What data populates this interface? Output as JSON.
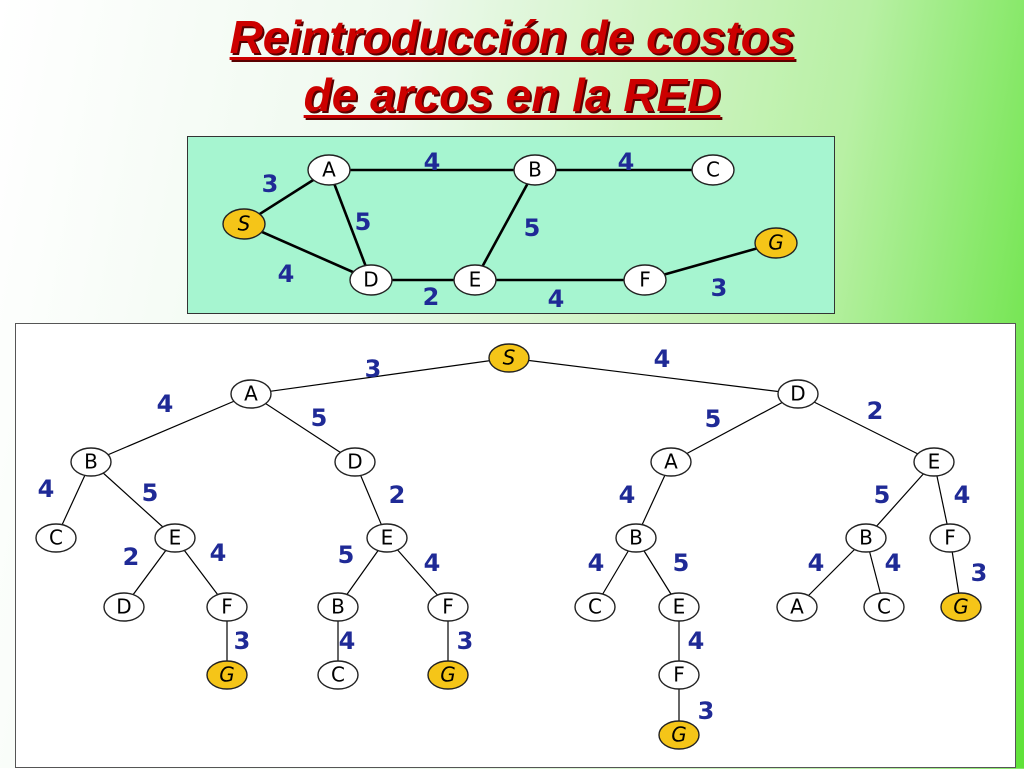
{
  "title": {
    "line1": "Reintroducción de costos",
    "line2": "de arcos en la RED"
  },
  "network": {
    "nodes": [
      {
        "id": "S",
        "label": "S",
        "goal": true
      },
      {
        "id": "A",
        "label": "A"
      },
      {
        "id": "B",
        "label": "B"
      },
      {
        "id": "C",
        "label": "C"
      },
      {
        "id": "D",
        "label": "D"
      },
      {
        "id": "E",
        "label": "E"
      },
      {
        "id": "F",
        "label": "F"
      },
      {
        "id": "G",
        "label": "G",
        "goal": true
      }
    ],
    "edges": [
      {
        "from": "S",
        "to": "A",
        "weight": "3"
      },
      {
        "from": "A",
        "to": "B",
        "weight": "4"
      },
      {
        "from": "B",
        "to": "C",
        "weight": "4"
      },
      {
        "from": "A",
        "to": "D",
        "weight": "5"
      },
      {
        "from": "B",
        "to": "E",
        "weight": "5"
      },
      {
        "from": "S",
        "to": "D",
        "weight": "4"
      },
      {
        "from": "D",
        "to": "E",
        "weight": "2"
      },
      {
        "from": "E",
        "to": "F",
        "weight": "4"
      },
      {
        "from": "F",
        "to": "G",
        "weight": "3"
      }
    ]
  },
  "tree": {
    "nodes": [
      {
        "id": "t0",
        "label": "S",
        "goal": true
      },
      {
        "id": "t1",
        "label": "A"
      },
      {
        "id": "t2",
        "label": "D"
      },
      {
        "id": "t3",
        "label": "B"
      },
      {
        "id": "t4",
        "label": "D"
      },
      {
        "id": "t5",
        "label": "A"
      },
      {
        "id": "t6",
        "label": "E"
      },
      {
        "id": "t7",
        "label": "C"
      },
      {
        "id": "t8",
        "label": "E"
      },
      {
        "id": "t9",
        "label": "E"
      },
      {
        "id": "t10",
        "label": "B"
      },
      {
        "id": "t11",
        "label": "B"
      },
      {
        "id": "t12",
        "label": "F"
      },
      {
        "id": "t13",
        "label": "D"
      },
      {
        "id": "t14",
        "label": "F"
      },
      {
        "id": "t15",
        "label": "B"
      },
      {
        "id": "t16",
        "label": "F"
      },
      {
        "id": "t17",
        "label": "C"
      },
      {
        "id": "t18",
        "label": "E"
      },
      {
        "id": "t19",
        "label": "A"
      },
      {
        "id": "t20",
        "label": "C"
      },
      {
        "id": "t21",
        "label": "G",
        "goal": true
      },
      {
        "id": "t22",
        "label": "G",
        "goal": true
      },
      {
        "id": "t23",
        "label": "C"
      },
      {
        "id": "t24",
        "label": "G",
        "goal": true
      },
      {
        "id": "t25",
        "label": "F"
      },
      {
        "id": "t26",
        "label": "G",
        "goal": true
      }
    ],
    "edges": [
      {
        "from": "t0",
        "to": "t1",
        "weight": "3"
      },
      {
        "from": "t0",
        "to": "t2",
        "weight": "4"
      },
      {
        "from": "t1",
        "to": "t3",
        "weight": "4"
      },
      {
        "from": "t1",
        "to": "t4",
        "weight": "5"
      },
      {
        "from": "t2",
        "to": "t5",
        "weight": "5"
      },
      {
        "from": "t2",
        "to": "t6",
        "weight": "2"
      },
      {
        "from": "t3",
        "to": "t7",
        "weight": "4"
      },
      {
        "from": "t3",
        "to": "t8",
        "weight": "5"
      },
      {
        "from": "t4",
        "to": "t9",
        "weight": "2"
      },
      {
        "from": "t5",
        "to": "t10",
        "weight": "4"
      },
      {
        "from": "t6",
        "to": "t11",
        "weight": "5"
      },
      {
        "from": "t6",
        "to": "t12",
        "weight": "4"
      },
      {
        "from": "t8",
        "to": "t13",
        "weight": "2"
      },
      {
        "from": "t8",
        "to": "t14",
        "weight": "4"
      },
      {
        "from": "t9",
        "to": "t15",
        "weight": "5"
      },
      {
        "from": "t9",
        "to": "t16",
        "weight": "4"
      },
      {
        "from": "t10",
        "to": "t17",
        "weight": "4"
      },
      {
        "from": "t10",
        "to": "t18",
        "weight": "5"
      },
      {
        "from": "t11",
        "to": "t19",
        "weight": "4"
      },
      {
        "from": "t11",
        "to": "t20",
        "weight": "4"
      },
      {
        "from": "t12",
        "to": "t26",
        "weight": "3"
      },
      {
        "from": "t14",
        "to": "t21",
        "weight": "3"
      },
      {
        "from": "t15",
        "to": "t23",
        "weight": "4"
      },
      {
        "from": "t16",
        "to": "t22",
        "weight": "3"
      },
      {
        "from": "t18",
        "to": "t25",
        "weight": "4"
      },
      {
        "from": "t25",
        "to": "t24",
        "weight": "3"
      }
    ]
  },
  "colors": {
    "node_fill": "#ffffff",
    "goal_fill": "#f5c518",
    "weight_text": "#1f2a96",
    "title_text": "#cc0000",
    "network_background": "#a6f5d0"
  }
}
